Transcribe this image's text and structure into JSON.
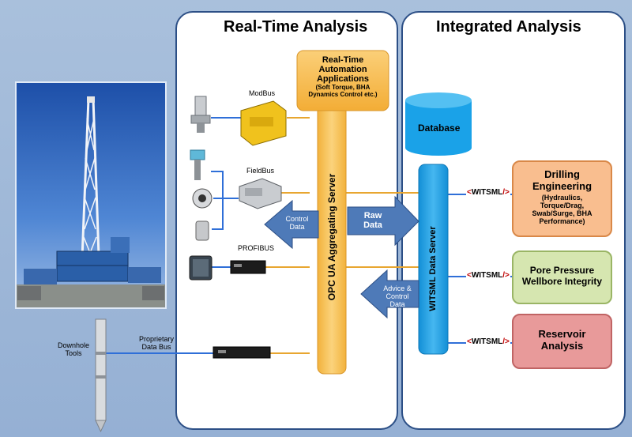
{
  "sections": {
    "realtime_title": "Real-Time Analysis",
    "integrated_title": "Integrated Analysis"
  },
  "automation_box": {
    "line1": "Real-Time",
    "line2": "Automation",
    "line3": "Applications",
    "line4": "(Soft Torque, BHA",
    "line5": "Dynamics Control etc.)"
  },
  "database_label": "Database",
  "opc_server_label": "OPC UA Aggregating Server",
  "witsml_server_label": "WITSML Data Server",
  "protocols": {
    "modbus": "ModBus",
    "fieldbus": "FieldBus",
    "profibus": "PROFIBUS",
    "proprietary_line1": "Proprietary",
    "proprietary_line2": "Data Bus"
  },
  "downhole": {
    "line1": "Downhole",
    "line2": "Tools"
  },
  "arrows": {
    "control_data_line1": "Control",
    "control_data_line2": "Data",
    "raw_data_line1": "Raw",
    "raw_data_line2": "Data",
    "advice_line1": "Advice &",
    "advice_line2": "Control",
    "advice_line3": "Data"
  },
  "witsml_tag": {
    "open": "<",
    "text": "WITSML",
    "close": "/>"
  },
  "app_boxes": {
    "drilling": {
      "title1": "Drilling",
      "title2": "Engineering",
      "sub1": "(Hydraulics,",
      "sub2": "Torque/Drag,",
      "sub3": "Swab/Surge, BHA",
      "sub4": "Performance)"
    },
    "pore": {
      "line1": "Pore Pressure",
      "line2": "Wellbore Integrity"
    },
    "reservoir": {
      "line1": "Reservoir",
      "line2": "Analysis"
    }
  },
  "colors": {
    "background": "#a4bcdb",
    "panel_border": "#2c4f86",
    "opc_orange": "#f7c253",
    "automation_orange": "#f6b84e",
    "witsml_blue": "#1ea1e6",
    "database_blue": "#1aa2e8",
    "arrow_blue": "#4e7ab8",
    "drilling_box": "#f9be8f",
    "pore_box": "#d6e6b0",
    "reservoir_box": "#e89a9a",
    "connector_orange": "#e8a630",
    "connector_blue": "#2f6fd8"
  }
}
